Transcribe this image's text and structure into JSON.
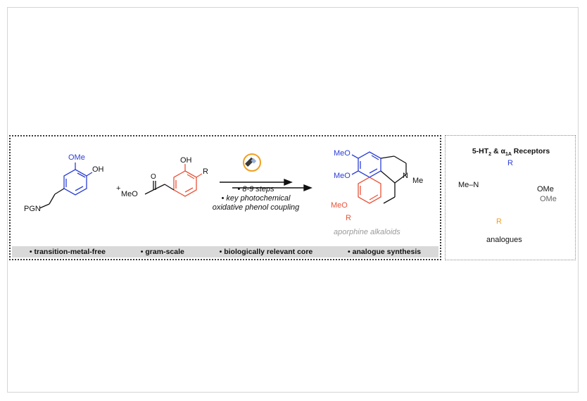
{
  "reactant1": {
    "ome_label": "OMe",
    "oh_label": "OH",
    "pgn_label": "PGN"
  },
  "plus_sign": "+",
  "reactant2": {
    "oh_label": "OH",
    "r_label": "R",
    "meo_label": "MeO",
    "carbonyl_o": "O"
  },
  "conditions": {
    "step_count": "• 8-9 steps",
    "key_step_line1": "• key photochemical",
    "key_step_line2": "oxidative phenol coupling"
  },
  "product": {
    "meo_top": "MeO",
    "meo_mid": "MeO",
    "meo_red": "MeO",
    "r_label": "R",
    "n_label": "N",
    "me_label": "Me",
    "caption": "aporphine alkaloids"
  },
  "features": [
    "• transition-metal-free",
    "• gram-scale",
    "• biologically relevant core",
    "• analogue synthesis"
  ],
  "side_panel": {
    "title_prefix": "5-HT",
    "title_sub1": "2",
    "title_mid": " & α",
    "title_sub2": "1A",
    "title_suffix": " Receptors",
    "r_top": "R",
    "me_n": "Me–N",
    "ome1": "OMe",
    "ome2": "OMe",
    "r_bottom": "R",
    "caption": "analogues"
  },
  "colors": {
    "blue": "#2b3fd6",
    "red": "#e8533a",
    "orange": "#f0a020",
    "bar_gray": "#d9d9d9"
  },
  "icons": {
    "light": "flashlight-icon"
  }
}
